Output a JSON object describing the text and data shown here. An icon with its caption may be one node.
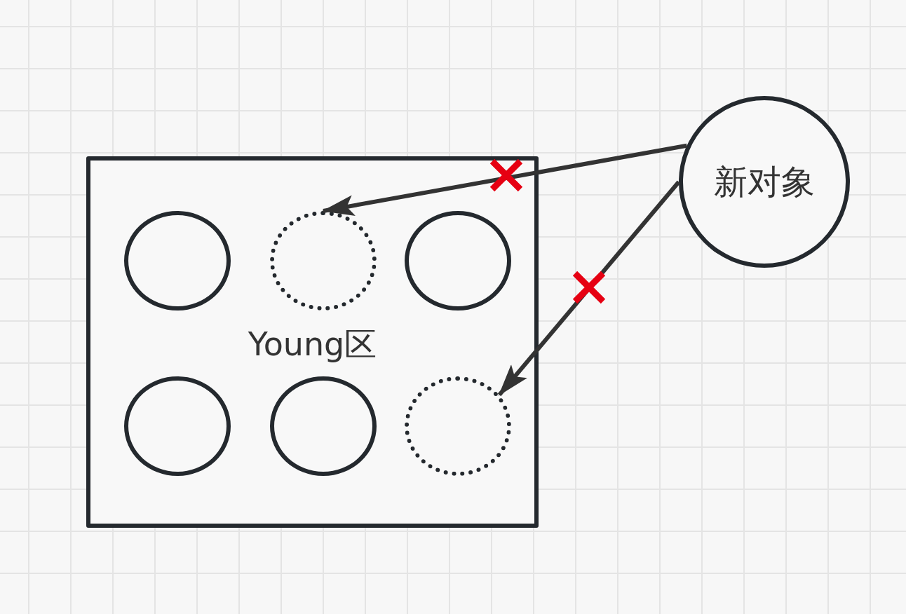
{
  "diagram": {
    "nodes": [
      {
        "text": [
          "Young区"
        ]
      },
      {
        "text": [],
        "shape": "circle",
        "in": 0
      },
      {
        "text": [],
        "shape": "circle",
        "in": 0
      },
      {
        "text": [],
        "shape": "circle",
        "in": 0
      },
      {
        "text": [],
        "shape": "circle",
        "in": 0
      },
      {
        "text": [],
        "shape": "circle",
        "in": 0
      },
      {
        "text": [],
        "shape": "circle",
        "in": 0
      },
      {
        "text": [
          "新对象"
        ]
      }
    ],
    "edges": [
      {
        "from": 7,
        "to": 2,
        "arrow": "to"
      },
      {
        "from": 7,
        "to": 6,
        "arrow": "to"
      }
    ]
  }
}
